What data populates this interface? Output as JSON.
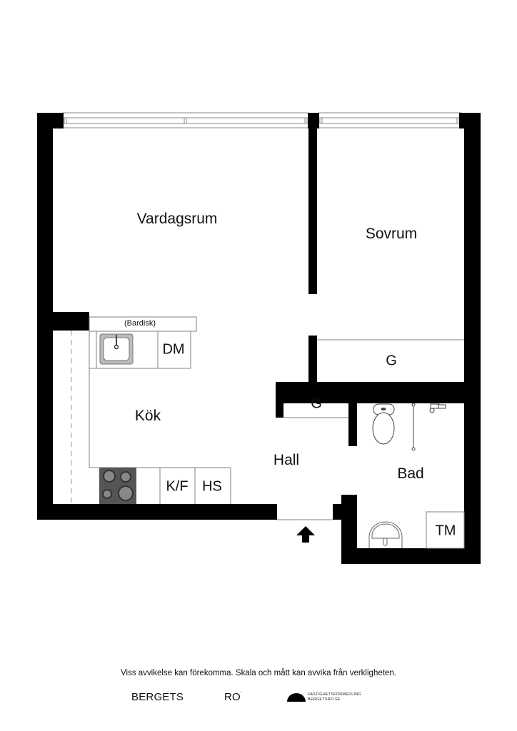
{
  "rooms": {
    "vardagsrum": "Vardagsrum",
    "sovrum": "Sovrum",
    "kok": "Kök",
    "hall": "Hall",
    "bad": "Bad"
  },
  "fixtures": {
    "bardisk": "(Bardisk)",
    "dm": "DM",
    "kf": "K/F",
    "hs": "HS",
    "g_sovrum": "G",
    "g_hall": "G",
    "tm": "TM"
  },
  "entrance": {
    "icon": "arrow-up-icon"
  },
  "footer": {
    "disclaimer": "Viss avvikelse kan förekomma. Skala och mått kan avvika från verkligheten.",
    "logo_left": "BERGETS",
    "logo_right": "RO",
    "logo_dot": "˙",
    "agency_line1": "FASTIGHETSFÖRMEDLING",
    "agency_line2": "BERGETSRO.SE"
  },
  "colors": {
    "wall": "#000000",
    "line": "#808080",
    "stove": "#555555",
    "background": "#ffffff"
  }
}
